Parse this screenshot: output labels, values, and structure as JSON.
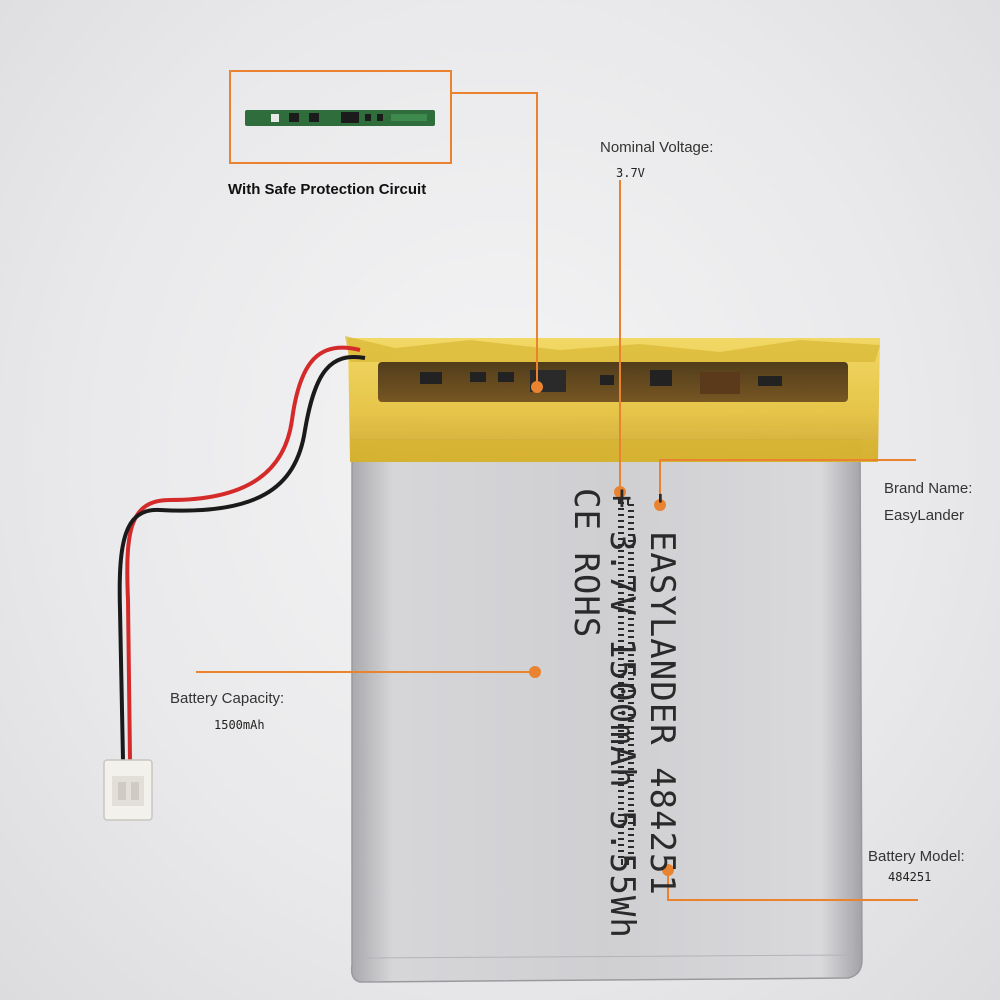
{
  "callouts": {
    "protection": {
      "caption": "With Safe Protection Circuit"
    },
    "voltage": {
      "label": "Nominal Voltage:",
      "value": "3.7V"
    },
    "brand": {
      "label": "Brand Name:",
      "value": "EasyLander"
    },
    "capacity": {
      "label": "Battery  Capacity:",
      "value": "1500mAh"
    },
    "model": {
      "label": "Battery Model:",
      "value": "484251"
    }
  },
  "cell_print": {
    "line1": "+ 3.7V 1500mAh 5.55Wh",
    "line2": "- EASYLANDER 484251",
    "line3": "CE  ROHS"
  },
  "colors": {
    "accent": "#e9832f",
    "tape": "#e8c93a",
    "cell": "#c9c9cc",
    "pcb": "#2f6e3c"
  }
}
